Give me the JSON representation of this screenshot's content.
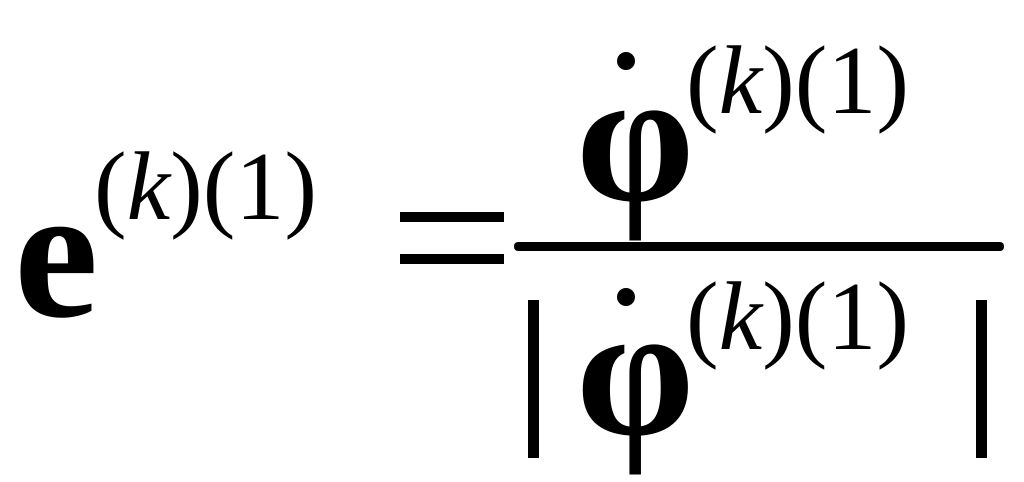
{
  "formula": {
    "lhs_symbol": "e",
    "rhs_symbol": "φ",
    "superscript": {
      "open": "(",
      "index": "k",
      "close": ")(1)"
    },
    "equals": "=",
    "abs_open": "|",
    "abs_close": "|"
  }
}
